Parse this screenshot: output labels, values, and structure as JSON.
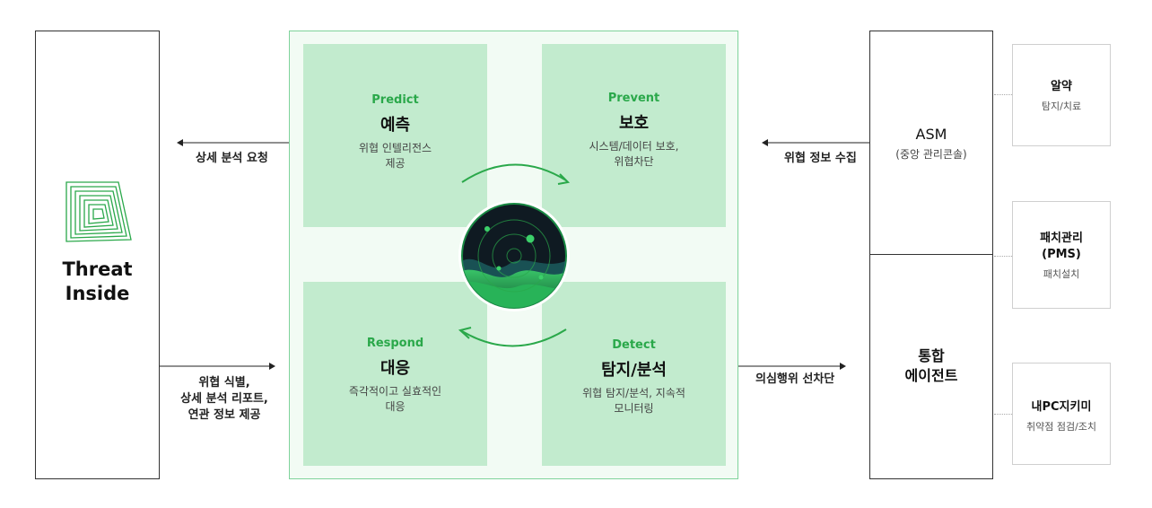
{
  "threat_inside": {
    "line1": "Threat",
    "line2": "Inside"
  },
  "arrows": {
    "left_top": "상세 분석 요청",
    "left_bottom": [
      "위협 식별,",
      "상세 분석 리포트,",
      "연관 정보 제공"
    ],
    "right_top": "위협 정보 수집",
    "right_bottom": "의심행위 선차단"
  },
  "quadrants": {
    "predict": {
      "en": "Predict",
      "ko": "예측",
      "desc": [
        "위협 인텔리전스",
        "제공"
      ]
    },
    "prevent": {
      "en": "Prevent",
      "ko": "보호",
      "desc": [
        "시스템/데이터 보호,",
        "위협차단"
      ]
    },
    "respond": {
      "en": "Respond",
      "ko": "대응",
      "desc": [
        "즉각적이고 실효적인",
        "대응"
      ]
    },
    "detect": {
      "en": "Detect",
      "ko": "탐지/분석",
      "desc": [
        "위협 탐지/분석, 지속적",
        "모니터링"
      ]
    }
  },
  "asm": {
    "title": "ASM",
    "sub": "(중앙 관리콘솔)"
  },
  "agent": {
    "line1": "통합",
    "line2": "에이전트"
  },
  "modules": [
    {
      "title": [
        "알약"
      ],
      "sub": "탐지/치료"
    },
    {
      "title": [
        "패치관리",
        "(PMS)"
      ],
      "sub": "패치설치"
    },
    {
      "title": [
        "내PC지키미"
      ],
      "sub": "취약점 점검/조치"
    }
  ],
  "colors": {
    "accent": "#2aa84a",
    "quad_bg": "#c2ebce",
    "frame": "#7fd39b"
  }
}
